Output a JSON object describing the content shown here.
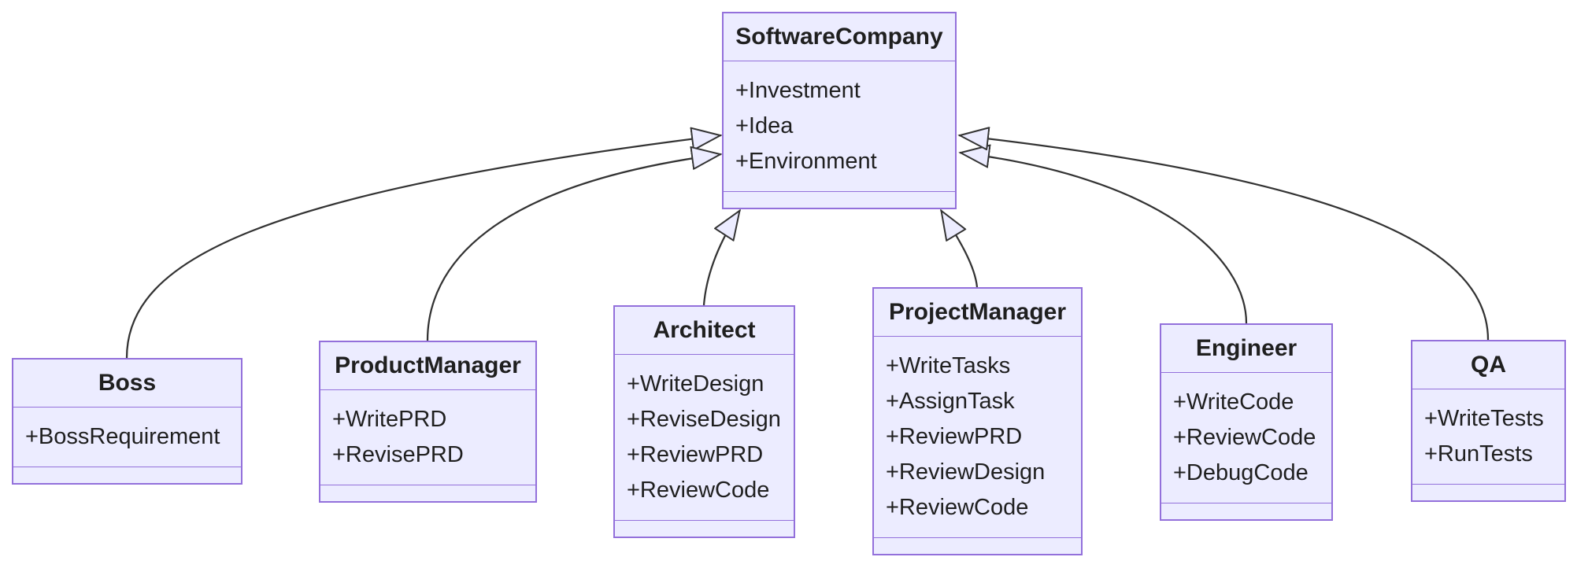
{
  "diagram": {
    "type": "uml-class-diagram",
    "relation_type": "inheritance",
    "classes": [
      {
        "id": "SoftwareCompany",
        "name": "SoftwareCompany",
        "attributes": [
          "+Investment",
          "+Idea",
          "+Environment"
        ],
        "methods": []
      },
      {
        "id": "Boss",
        "name": "Boss",
        "attributes": [
          "+BossRequirement"
        ],
        "methods": []
      },
      {
        "id": "ProductManager",
        "name": "ProductManager",
        "attributes": [
          "+WritePRD",
          "+RevisePRD"
        ],
        "methods": []
      },
      {
        "id": "Architect",
        "name": "Architect",
        "attributes": [
          "+WriteDesign",
          "+ReviseDesign",
          "+ReviewPRD",
          "+ReviewCode"
        ],
        "methods": []
      },
      {
        "id": "ProjectManager",
        "name": "ProjectManager",
        "attributes": [
          "+WriteTasks",
          "+AssignTask",
          "+ReviewPRD",
          "+ReviewDesign",
          "+ReviewCode"
        ],
        "methods": []
      },
      {
        "id": "Engineer",
        "name": "Engineer",
        "attributes": [
          "+WriteCode",
          "+ReviewCode",
          "+DebugCode"
        ],
        "methods": []
      },
      {
        "id": "QA",
        "name": "QA",
        "attributes": [
          "+WriteTests",
          "+RunTests"
        ],
        "methods": []
      }
    ],
    "relations": [
      {
        "from": "Boss",
        "to": "SoftwareCompany",
        "type": "inheritance"
      },
      {
        "from": "ProductManager",
        "to": "SoftwareCompany",
        "type": "inheritance"
      },
      {
        "from": "Architect",
        "to": "SoftwareCompany",
        "type": "inheritance"
      },
      {
        "from": "ProjectManager",
        "to": "SoftwareCompany",
        "type": "inheritance"
      },
      {
        "from": "Engineer",
        "to": "SoftwareCompany",
        "type": "inheritance"
      },
      {
        "from": "QA",
        "to": "SoftwareCompany",
        "type": "inheritance"
      }
    ],
    "colors": {
      "node_fill": "#ECECFF",
      "node_border": "#9370DB",
      "edge": "#333333",
      "text": "#1f1f1f",
      "background": "#ffffff"
    }
  }
}
